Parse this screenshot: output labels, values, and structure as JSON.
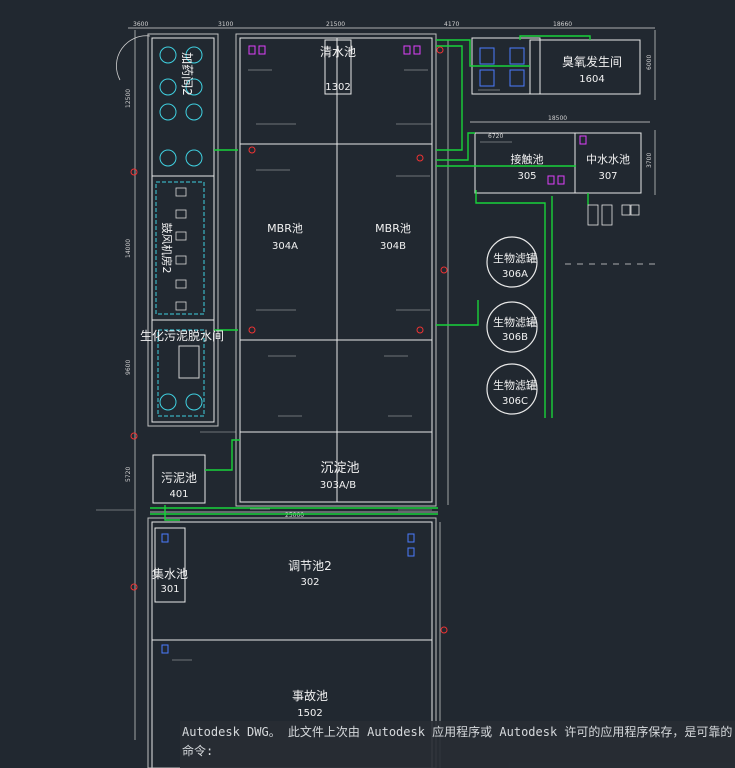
{
  "drawing": {
    "dims": {
      "top1": "3600",
      "top2": "3100",
      "top3": "21500",
      "top4": "4170",
      "top5": "18660",
      "left1": "12500",
      "left2": "14000",
      "left3": "9600",
      "left4": "5720",
      "right1": "6000",
      "right2": "3700",
      "mid1": "18500",
      "mid2": "6720",
      "bottom": "25000"
    },
    "rooms": {
      "dosing_room": "加药间2",
      "blower_room": "鼓风机房2",
      "sludge_dewater_room": "生化污泥脱水间",
      "mbr1": "MBR池",
      "mbr1_code": "304A",
      "mbr2": "MBR池",
      "mbr2_code": "304B",
      "clear_pool": "清水池",
      "clear_pool_code": "1302",
      "ozone_room": "臭氧发生间",
      "ozone_room_code": "1604",
      "contact_pool": "接触池",
      "contact_pool_code": "305",
      "reclaim_pool": "中水水池",
      "reclaim_pool_code": "307",
      "bio1": "生物滤罐",
      "bio1_code": "306A",
      "bio2": "生物滤罐",
      "bio2_code": "306B",
      "bio3": "生物滤罐",
      "bio3_code": "306C",
      "settling": "沉淀池",
      "settling_code": "303A/B",
      "sludge_pool": "污泥池",
      "sludge_pool_code": "401",
      "collect_pool": "集水池",
      "collect_pool_code": "301",
      "adjust_pool": "调节池2",
      "adjust_pool_code": "302",
      "accident_pool": "事故池",
      "accident_pool_code": "1502"
    }
  },
  "command_line": {
    "history": "Autodesk DWG。  此文件上次由 Autodesk 应用程序或 Autodesk 许可的应用程序保存，是可靠的",
    "prompt": "命令:",
    "input_value": ""
  }
}
